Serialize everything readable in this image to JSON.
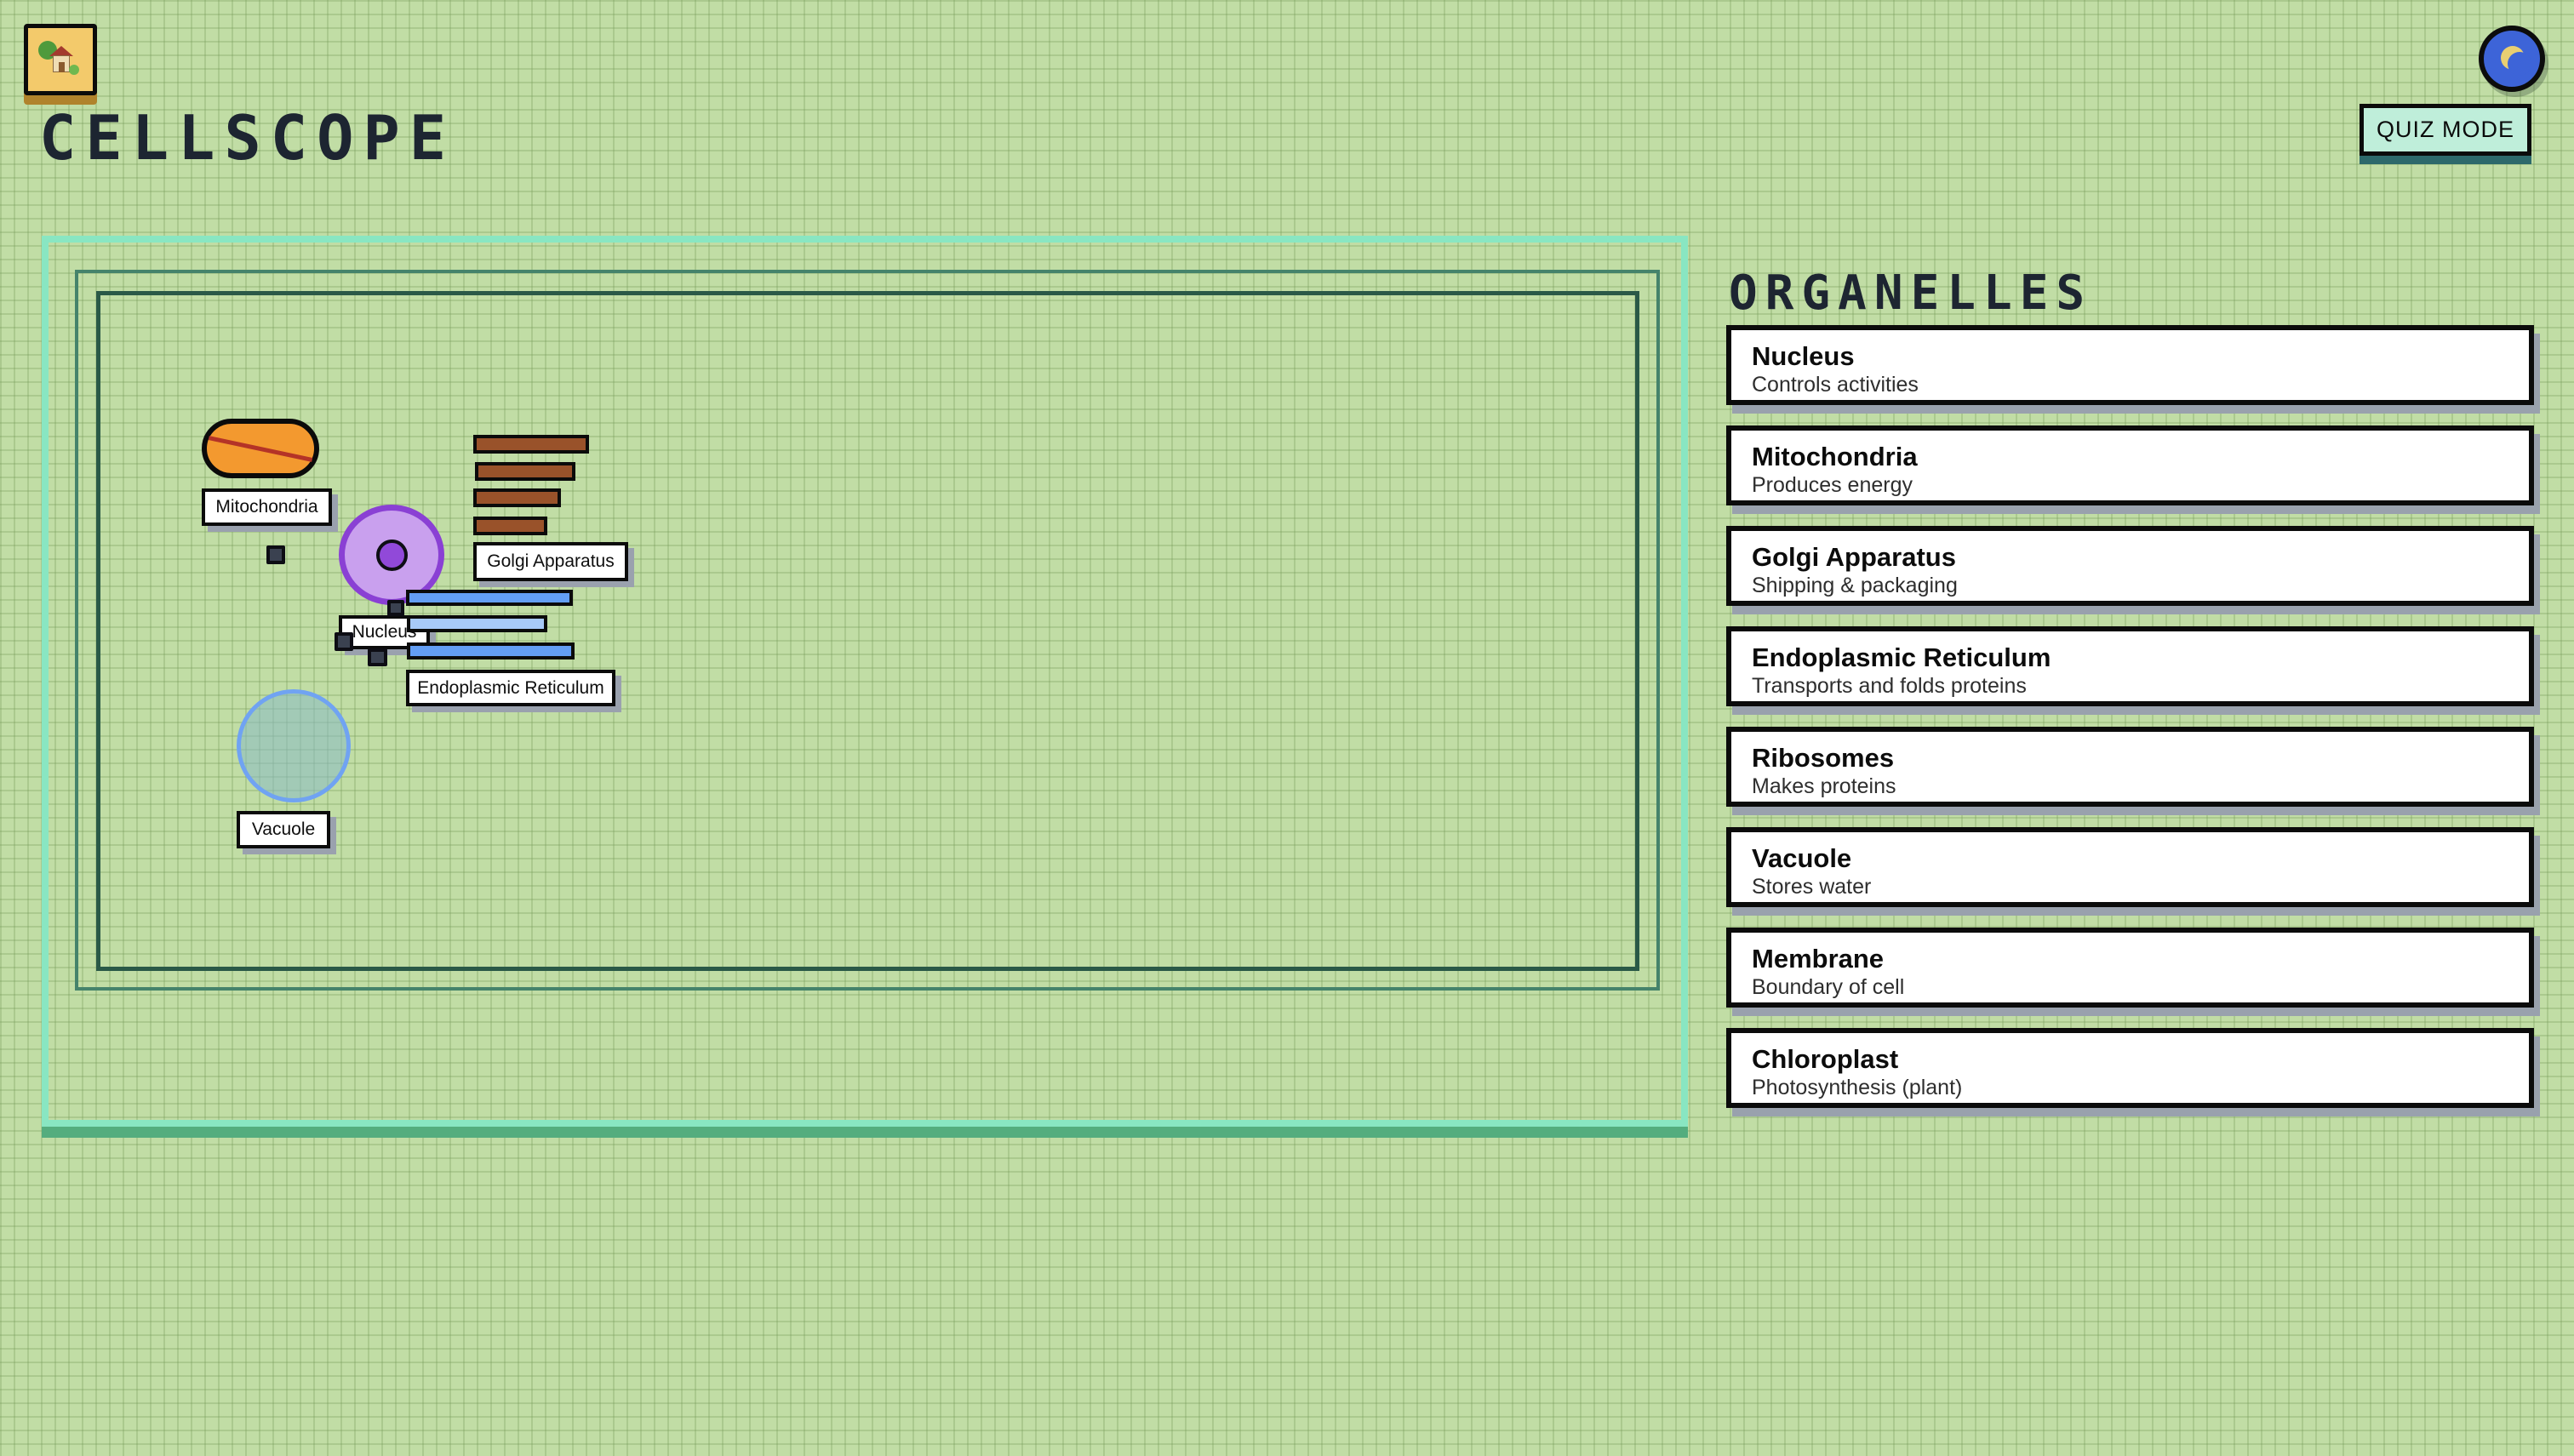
{
  "app": {
    "title": "CELLSCOPE"
  },
  "header": {
    "home_icon_name": "house-with-garden",
    "theme_icon_name": "crescent-moon",
    "quiz_mode_label": "QUIZ MODE"
  },
  "canvas": {
    "labels": {
      "mitochondria": "Mitochondria",
      "golgi": "Golgi Apparatus",
      "nucleus": "Nucleus",
      "er": "Endoplasmic Reticulum",
      "vacuole": "Vacuole"
    }
  },
  "sidebar": {
    "title": "ORGANELLES",
    "cards": [
      {
        "name": "Nucleus",
        "description": "Controls activities"
      },
      {
        "name": "Mitochondria",
        "description": "Produces energy"
      },
      {
        "name": "Golgi Apparatus",
        "description": "Shipping & packaging"
      },
      {
        "name": "Endoplasmic Reticulum",
        "description": "Transports and folds proteins"
      },
      {
        "name": "Ribosomes",
        "description": "Makes proteins"
      },
      {
        "name": "Vacuole",
        "description": "Stores water"
      },
      {
        "name": "Membrane",
        "description": "Boundary of cell"
      },
      {
        "name": "Chloroplast",
        "description": "Photosynthesis (plant)"
      }
    ]
  },
  "colors": {
    "background": "#c1dda5",
    "pixel_text": "#1d2531",
    "cell_wall_mint": "#89e6c2",
    "cell_wall_shadow": "#54ad7e",
    "membrane_green": "#45836b",
    "inner_frame_green": "#2a5947",
    "home_button": "#f3ca6b",
    "home_button_shadow": "#b0832c",
    "theme_button_blue": "#3d64d8",
    "quiz_button": "#bfeeda",
    "quiz_button_shadow": "#2d696b",
    "mitochondria_orange": "#f3992f",
    "nucleus_purple": "#c9a0ee",
    "nucleus_border": "#8a40d4",
    "golgi_brown": "#99522a",
    "er_blue": "#639ef4",
    "er_light_blue": "#a7c9f8",
    "ribosome_slate": "#3a4150",
    "vacuole_border": "#70a3f2",
    "card_shadow": "#99a1ad"
  }
}
